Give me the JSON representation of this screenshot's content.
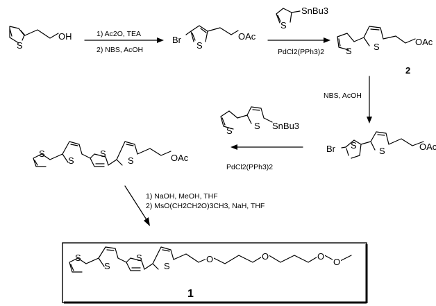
{
  "atoms": {
    "sulfur": "S",
    "bromine": "Br",
    "oxygen": "O",
    "hydroxyl": "OH",
    "acetate": "OAc",
    "acetate_clipped": "OAc",
    "stannyl_top": "SnBu3",
    "stannyl_mid": "SnBu3"
  },
  "conditions": {
    "step1_line1": "1) Ac2O, TEA",
    "step1_line2": "2) NBS, AcOH",
    "step2_catalyst": "PdCl2(PPh3)2",
    "step3": "NBS, AcOH",
    "step4_catalyst": "PdCl2(PPh3)2",
    "step5_line1": "1) NaOH, MeOH, THF",
    "step5_line2": "2) MsO(CH2CH2O)3CH3, NaH, THF"
  },
  "compound_numbers": {
    "bithiophene": "2",
    "final": "1"
  },
  "colors": {
    "ink": "#000000",
    "background": "#ffffff",
    "box_border": "#000000"
  }
}
